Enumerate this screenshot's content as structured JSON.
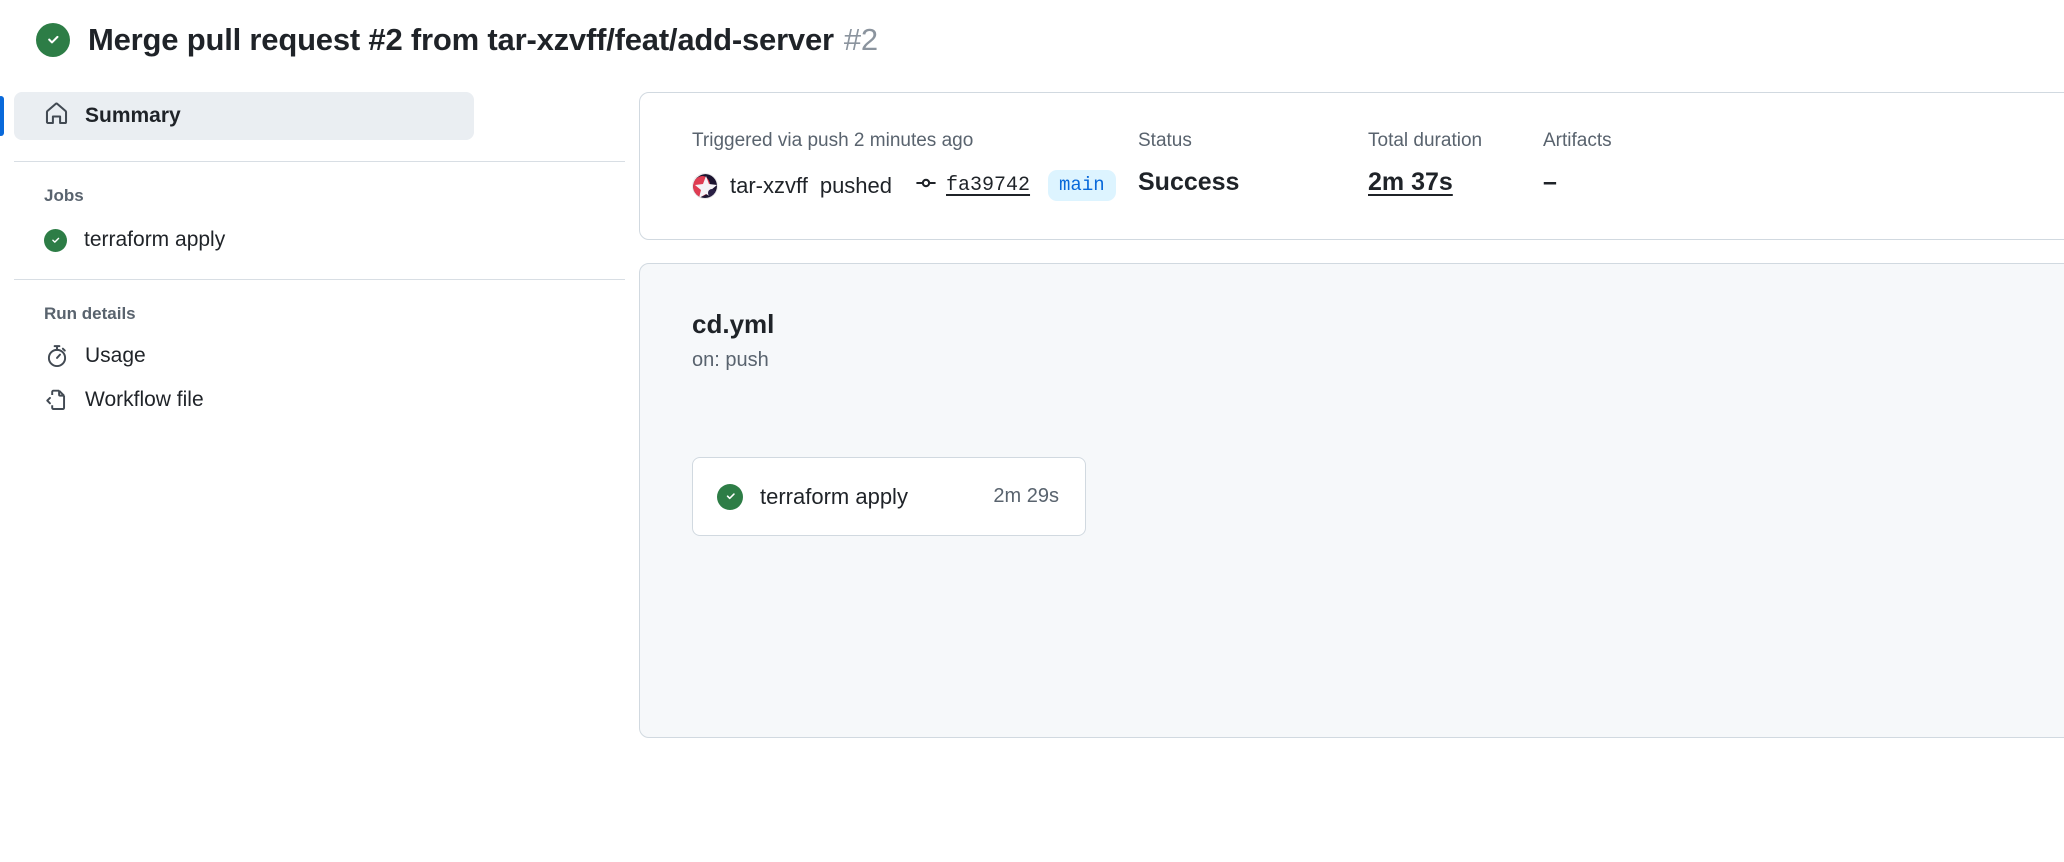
{
  "header": {
    "status_icon": "success-check-icon",
    "title": "Merge pull request #2 from tar-xzvff/feat/add-server",
    "run_number": "#2",
    "status_color": "#2d7d46"
  },
  "sidebar": {
    "summary": {
      "label": "Summary",
      "icon": "home-icon",
      "active": true
    },
    "jobs_section": {
      "title": "Jobs"
    },
    "jobs": [
      {
        "label": "terraform apply",
        "icon": "success-check-icon",
        "status": "success"
      }
    ],
    "run_details_section": {
      "title": "Run details"
    },
    "details": [
      {
        "label": "Usage",
        "icon": "stopwatch-icon"
      },
      {
        "label": "Workflow file",
        "icon": "file-code-icon"
      }
    ],
    "accent_color": "#0969da"
  },
  "run_meta": {
    "trigger_label": "Triggered via push 2 minutes ago",
    "actor": "tar-xzvff",
    "action": "pushed",
    "commit_icon": "git-commit-icon",
    "commit_sha": "fa39742",
    "branch": "main",
    "branch_color": "#0969da",
    "status_label": "Status",
    "status_value": "Success",
    "duration_label": "Total duration",
    "duration_value": "2m 37s",
    "artifacts_label": "Artifacts",
    "artifacts_value": "–"
  },
  "workflow_graph": {
    "workflow_name": "cd.yml",
    "event": "on: push",
    "nodes": [
      {
        "label": "terraform apply",
        "duration": "2m 29s",
        "icon": "success-check-icon",
        "status": "success"
      }
    ]
  }
}
